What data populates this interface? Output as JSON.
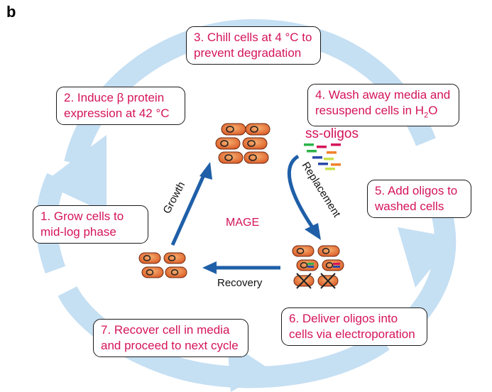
{
  "panel_label": "b",
  "center_label": "MAGE",
  "arrows": {
    "growth": "Growth",
    "replacement": "Replacement",
    "recovery": "Recovery"
  },
  "oligo_label": "ss-oligos",
  "steps": {
    "step1": {
      "line1": "1. Grow cells to",
      "line2": "mid-log phase"
    },
    "step2": {
      "line1": "2. Induce β protein",
      "line2": "expression at 42 °C"
    },
    "step3": {
      "line1": "3. Chill cells at 4 °C to",
      "line2": "prevent degradation"
    },
    "step4": {
      "line1": "4. Wash away media and",
      "line2_main": "resuspend cells in H",
      "line2_sub": "2",
      "line2_end": "O"
    },
    "step5": {
      "line1": "5. Add oligos to",
      "line2": "washed cells"
    },
    "step6": {
      "line1": "6. Deliver oligos into",
      "line2": "cells via electroporation"
    },
    "step7": {
      "line1": "7. Recover cell in media",
      "line2": "and proceed to next cycle"
    }
  },
  "colors": {
    "step_text": "#d4145a",
    "cycle_ring": "#c5dff3",
    "inner_arrow": "#1f5fa8",
    "cell_fill": "#e8703a",
    "oligo_colors": [
      "#d4145a",
      "#2db34a",
      "#f0822a",
      "#2a4aa8",
      "#c8e04a"
    ]
  },
  "icons": [
    "cycle-ring",
    "cell-icon",
    "dead-cell-icon",
    "oligo-strand-icon"
  ]
}
